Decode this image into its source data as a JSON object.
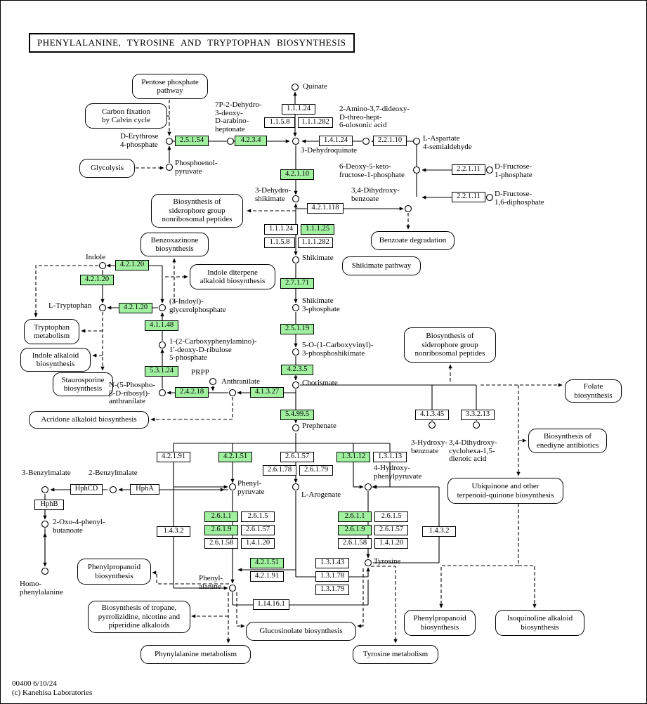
{
  "title": "PHENYLALANINE, TYROSINE AND TRYPTOPHAN BIOSYNTHESIS",
  "footer": {
    "map_id": "00400 6/10/24",
    "copyright": "(c) Kanehisa Laboratories"
  },
  "colors": {
    "highlight_green": "#a0f0a0",
    "background": "#ffffff",
    "line": "#000000"
  },
  "ec": {
    "e1_1_1_24": "1.1.1.24",
    "e1_1_5_8": "1.1.5.8",
    "e1_1_1_282": "1.1.1.282",
    "e2_5_1_54": "2.5.1.54",
    "e4_2_3_4": "4.2.3.4",
    "e1_4_1_24": "1.4.1.24",
    "e2_2_1_10": "2.2.1.10",
    "e2_2_1_11": "2.2.1.11",
    "e4_2_1_10": "4.2.1.10",
    "e4_2_1_118": "4.2.1.118",
    "e1_1_1_25": "1.1.1.25",
    "e2_7_1_71": "2.7.1.71",
    "e2_5_1_19": "2.5.1.19",
    "e4_2_3_5": "4.2.3.5",
    "e4_2_1_20": "4.2.1.20",
    "e4_1_1_48": "4.1.1.48",
    "e5_3_1_24": "5.3.1.24",
    "e2_4_2_18": "2.4.2.18",
    "e4_1_3_27": "4.1.3.27",
    "e5_4_99_5": "5.4.99.5",
    "e4_1_3_45": "4.1.3.45",
    "e3_3_2_13": "3.3.2.13",
    "e4_2_1_91": "4.2.1.91",
    "e4_2_1_51": "4.2.1.51",
    "e2_6_1_57": "2.6.1.57",
    "e2_6_1_78": "2.6.1.78",
    "e2_6_1_79": "2.6.1.79",
    "e1_3_1_12": "1.3.1.12",
    "e1_3_1_13": "1.3.1.13",
    "e2_6_1_1": "2.6.1.1",
    "e2_6_1_5": "2.6.1.5",
    "e2_6_1_9": "2.6.1.9",
    "e2_6_1_58": "2.6.1.58",
    "e1_4_1_20": "1.4.1.20",
    "e1_4_3_2": "1.4.3.2",
    "e1_3_1_43": "1.3.1.43",
    "e1_3_1_78": "1.3.1.78",
    "e1_3_1_79": "1.3.1.79",
    "e1_14_16_1": "1.14.16.1",
    "hphcd": "HphCD",
    "hpha": "HphA",
    "hphb": "HphB"
  },
  "compounds": {
    "quinate": "Quinate",
    "dahp": "7P-2-Dehydro-\n3-deoxy-\nD-arabino-\nheptonate",
    "erythrose4p": "D-Erythrose\n4-phosphate",
    "amino_dideoxy": "2-Amino-3,7-dideoxy-\nD-threo-hept-\n6-ulosonic acid",
    "aspartate_semialdehyde": "L-Aspartate\n4-semialdehyde",
    "pep": "Phosphoenol-\npyruvate",
    "deoxyketo_f1p": "6-Deoxy-5-keto-\nfructose-1-phosphate",
    "fructose_1p": "D-Fructose-\n1-phosphate",
    "fructose_16dp": "D-Fructose-\n1,6-diphosphate",
    "dehydroquinate": "3-Dehydroquinate",
    "dehydroshikimate": "3-Dehydro-\nshikimate",
    "dihydroxybenzoate34": "3,4-Dihydroxy-\nbenzoate",
    "shikimate": "Shikimate",
    "shikimate_3p": "Shikimate\n3-phosphate",
    "carboxyvinyl": "5-O-(1-Carboxyvinyl)-\n3-phosphoshikimate",
    "chorismate": "Chorismate",
    "prephenate": "Prephenate",
    "indole": "Indole",
    "l_tryptophan": "L-Tryptophan",
    "indolyl_gp": "(3-Indoyl)-\nglycerolphosphate",
    "carboxyphenylamino": "1-(2-Carboxyphenylamino)-\n1'-deoxy-D-ribulose\n5-phosphate",
    "prpp": "PRPP",
    "anthranilate": "Anthranilate",
    "phosphoribosyl_anthranilate": "N-(5-Phospho-\nβ-D-ribosyl)-\nanthranilate",
    "hydroxybenzoate3": "3-Hydroxy-\nbenzoate",
    "dihydroxycyclohexa": "3,4-Dihydroxy-\ncyclohexa-1,5-\ndienoic acid",
    "benzylmalate3": "3-Benzylmalate",
    "benzylmalate2": "2-Benzylmalate",
    "phenylpyruvate": "Phenyl-\npyruvate",
    "l_arogenate": "L-Arogenate",
    "hydroxyphenylpyruvate": "4-Hydroxy-\nphenylpyruvate",
    "oxophenylbutanoate": "2-Oxo-4-phenyl-\nbutanoate",
    "tyrosine": "Tyrosine",
    "phenylalanine": "Phenyl-\nalanine",
    "homophenylalanine": "Homo-\nphenylalanine"
  },
  "pathways": {
    "pentose_phosphate": "Pentose phosphate\npathway",
    "carbon_fixation": "Carbon fixation\nby Calvin cycle",
    "glycolysis": "Glycolysis",
    "siderophore": "Biosynthesis of\nsiderophore group\nnonribosomal peptides",
    "benzoxazinone": "Benzoxazinone\nbiosynthesis",
    "indole_diterpene": "Indole diterpene\nalkaloid biosynthesis",
    "tryptophan_metabolism": "Tryptophan\nmetabolism",
    "indole_alkaloid": "Indole alkaloid\nbiosynthesis",
    "staurosporine": "Staurosporine\nbiosynthesis",
    "acridone": "Acridone alkaloid biosynthesis",
    "benzoate_degradation": "Benzoate degradation",
    "shikimate_pathway": "Shikimate pathway",
    "folate": "Folate\nbiosynthesis",
    "enediyne": "Biosynthesis of\nenediyne antibiotics",
    "ubiquinone": "Ubiquinone and other\nterpenoid-quinone biosynthesis",
    "phenylpropanoid": "Phenylpropanoid\nbiosynthesis",
    "tropane": "Biosynthesis of tropane,\npyrrolizidine, nicotine and\npiperidine alkaloids",
    "glucosinolate": "Glucosinolate biosynthesis",
    "phenylalanine_metabolism": "Phynylalanine metabolism",
    "tyrosine_metabolism": "Tyrosine metabolism",
    "isoquinoline": "Isoquinoline alkaloid\nbiosynthesis"
  }
}
